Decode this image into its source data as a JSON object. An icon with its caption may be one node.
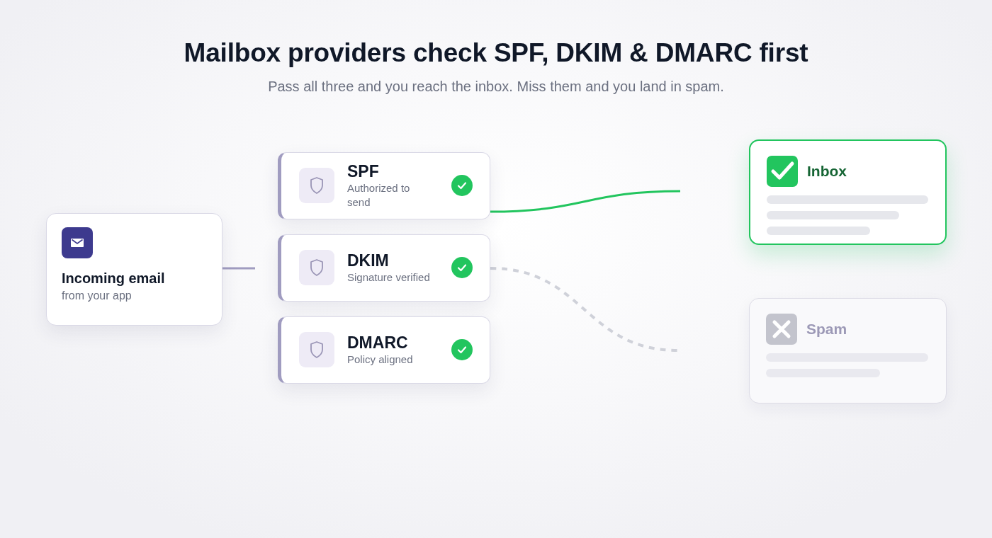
{
  "diagram": {
    "title": "Mailbox providers check SPF, DKIM & DMARC first",
    "nodes": [
      {
        "text": [
          "Incoming email",
          "from your app"
        ]
      },
      {
        "text": [
          "SPF",
          "Authorized to send"
        ]
      },
      {
        "text": [
          "DKIM",
          "Signature verified"
        ]
      },
      {
        "text": [
          "DMARC",
          "Policy aligned"
        ]
      },
      {
        "text": [
          "Inbox"
        ]
      },
      {
        "text": [
          "Spam"
        ]
      }
    ],
    "edges": [
      {
        "from": 0,
        "to": null,
        "arrow": "none",
        "color": "#a09cc0"
      },
      {
        "from": 1,
        "to": null,
        "arrow": "none",
        "color": "#22c55e"
      },
      {
        "from": 2,
        "to": null,
        "arrow": "none",
        "style": "dashed",
        "color": "#cfd1d9"
      }
    ],
    "labels": [
      "Pass all three and you reach the inbox. Miss them and you land in spam."
    ]
  }
}
